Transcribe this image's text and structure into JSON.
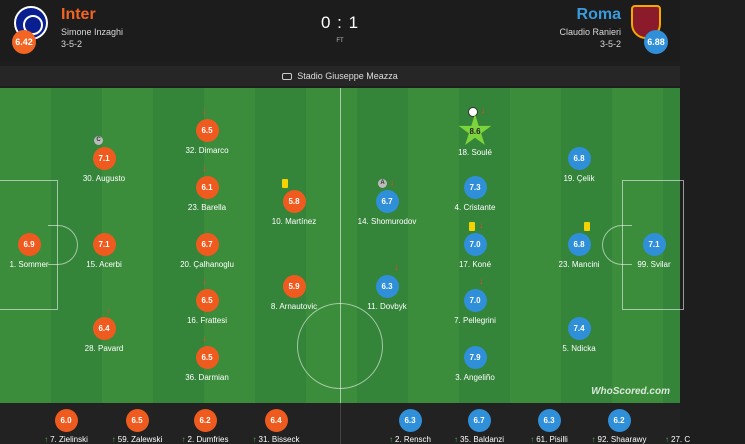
{
  "match": {
    "home": {
      "name": "Inter",
      "coach": "Simone Inzaghi",
      "formation": "3-5-2",
      "rating": "6.42",
      "badge_icon": "inter-crest-icon",
      "color": "#f26522"
    },
    "away": {
      "name": "Roma",
      "coach": "Claudio Ranieri",
      "formation": "3-5-2",
      "rating": "6.88",
      "badge_icon": "roma-crest-icon",
      "color": "#2f8fd8"
    },
    "score": "0 : 1",
    "status": "FT",
    "stadium": "Stadio Giuseppe Meazza"
  },
  "home_players": [
    {
      "name": "1. Sommer",
      "rating": "6.9"
    },
    {
      "name": "30. Augusto",
      "rating": "7.1"
    },
    {
      "name": "15. Acerbi",
      "rating": "7.1"
    },
    {
      "name": "28. Pavard",
      "rating": "6.4"
    },
    {
      "name": "32. Dimarco",
      "rating": "6.5"
    },
    {
      "name": "23. Barella",
      "rating": "6.1"
    },
    {
      "name": "20. Çalhanoglu",
      "rating": "6.7"
    },
    {
      "name": "16. Frattesi",
      "rating": "6.5"
    },
    {
      "name": "36. Darmian",
      "rating": "6.5"
    },
    {
      "name": "10. Martínez",
      "rating": "5.8"
    },
    {
      "name": "8. Arnautovic",
      "rating": "5.9"
    }
  ],
  "away_players": [
    {
      "name": "18. Soulé",
      "rating": "8.6"
    },
    {
      "name": "14. Shomurodov",
      "rating": "6.7"
    },
    {
      "name": "11. Dovbyk",
      "rating": "6.3"
    },
    {
      "name": "4. Cristante",
      "rating": "7.3"
    },
    {
      "name": "17. Koné",
      "rating": "7.0"
    },
    {
      "name": "7. Pellegrini",
      "rating": "7.0"
    },
    {
      "name": "3. Angeliño",
      "rating": "7.9"
    },
    {
      "name": "19. Çelik",
      "rating": "6.8"
    },
    {
      "name": "23. Mancini",
      "rating": "6.8"
    },
    {
      "name": "5. Ndicka",
      "rating": "7.4"
    },
    {
      "name": "99. Svilar",
      "rating": "7.1"
    }
  ],
  "subs": {
    "home": [
      {
        "name": "7. Zielinski",
        "rating": "6.0"
      },
      {
        "name": "59. Zalewski",
        "rating": "6.5"
      },
      {
        "name": "2. Dumfries",
        "rating": "6.2"
      },
      {
        "name": "31. Bisseck",
        "rating": "6.4"
      }
    ],
    "away": [
      {
        "name": "2. Rensch",
        "rating": "6.3"
      },
      {
        "name": "35. Baldanzi",
        "rating": "6.7"
      },
      {
        "name": "61. Pisilli",
        "rating": "6.3"
      },
      {
        "name": "92. Shaarawy",
        "rating": "6.2"
      },
      {
        "name": "27. C",
        "rating": ""
      }
    ]
  },
  "markers": {
    "captain": "C",
    "assist": "A"
  },
  "watermark": "WhoScored.com"
}
